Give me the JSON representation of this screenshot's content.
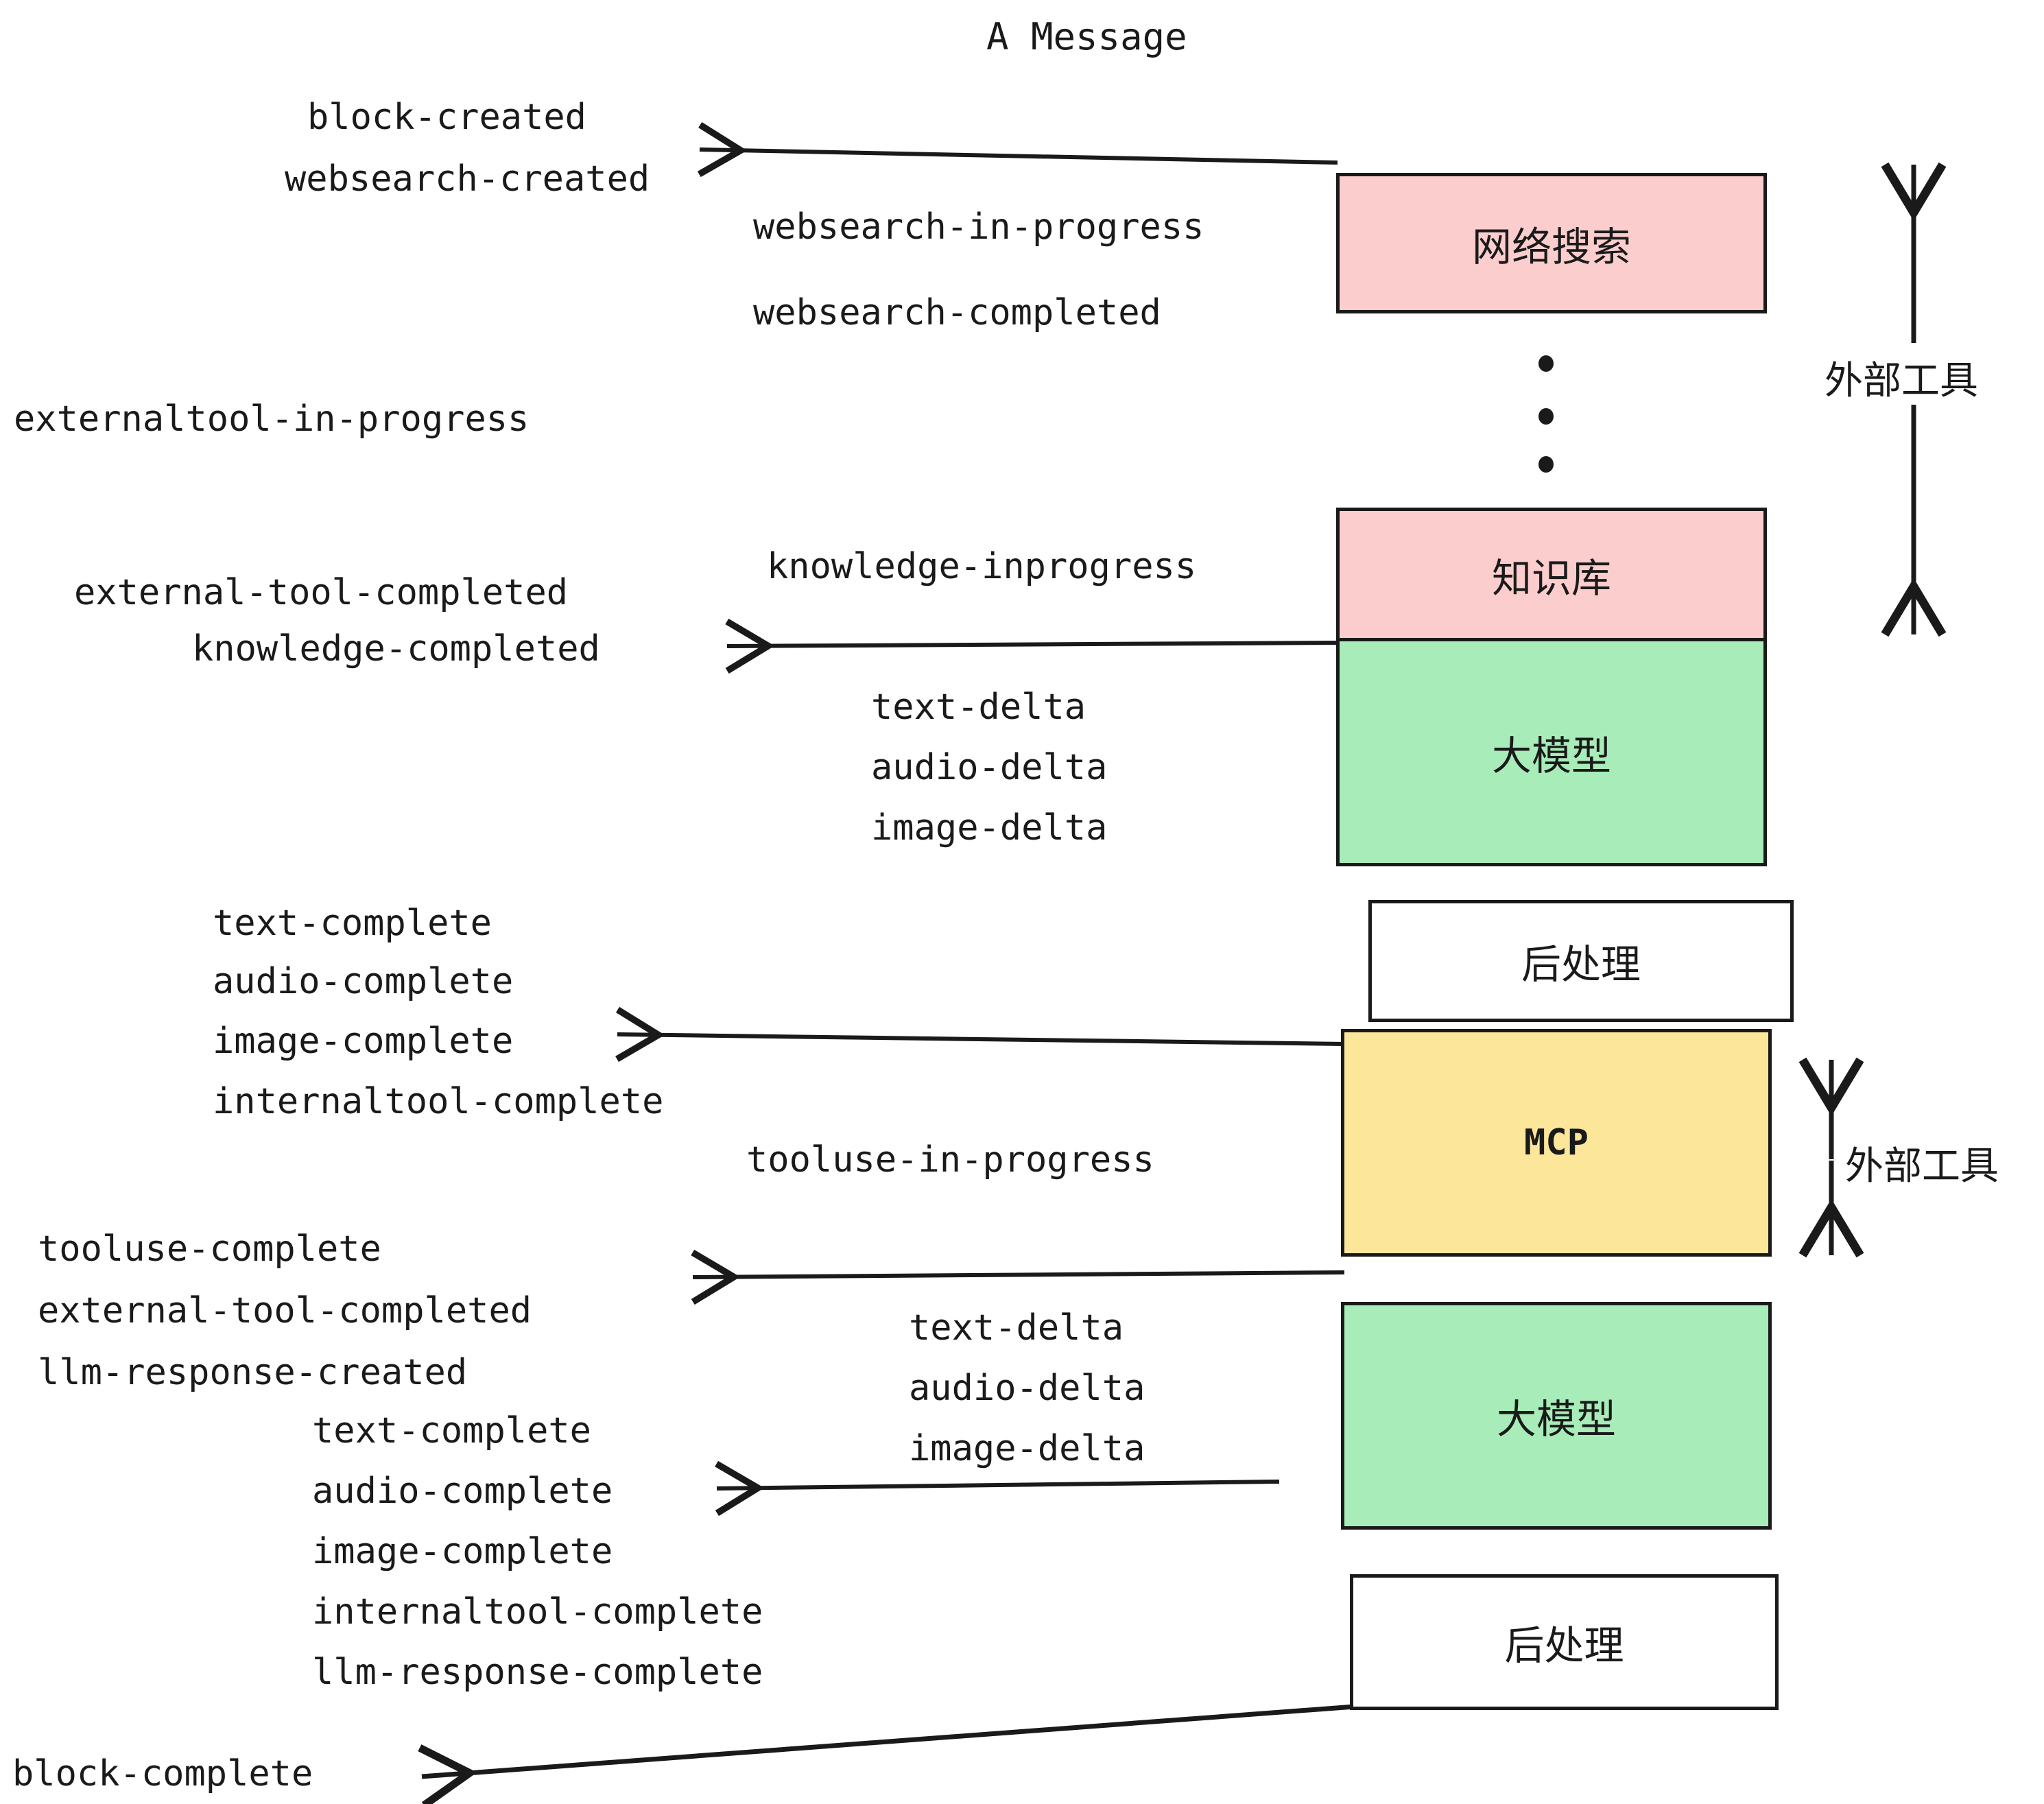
{
  "title": "A Message",
  "boxes": [
    {
      "id": "websearch",
      "label": "网络搜索",
      "color": "#fbcdcd"
    },
    {
      "id": "knowledge",
      "label": "知识库",
      "color": "#fbcdcd"
    },
    {
      "id": "llm-1",
      "label": "大模型",
      "color": "#a8ecb9"
    },
    {
      "id": "postprocess-1",
      "label": "后处理",
      "color": "#ffffff"
    },
    {
      "id": "mcp",
      "label": "MCP",
      "color": "#fbe69a"
    },
    {
      "id": "llm-2",
      "label": "大模型",
      "color": "#a8ecb9"
    },
    {
      "id": "postprocess-2",
      "label": "后处理",
      "color": "#ffffff"
    }
  ],
  "side_annotations": [
    {
      "id": "external-tools-top",
      "label": "外部工具"
    },
    {
      "id": "external-tools-bottom",
      "label": "外部工具"
    }
  ],
  "events": {
    "block_created": "block-created",
    "websearch_created": "websearch-created",
    "websearch_in_progress": "websearch-in-progress",
    "websearch_completed": "websearch-completed",
    "externaltool_in_progress": "externaltool-in-progress",
    "knowledge_inprogress": "knowledge-inprogress",
    "external_tool_completed_1": "external-tool-completed",
    "knowledge_completed": "knowledge-completed",
    "text_delta_1": "text-delta",
    "audio_delta_1": "audio-delta",
    "image_delta_1": "image-delta",
    "text_complete_1": "text-complete",
    "audio_complete_1": "audio-complete",
    "image_complete_1": "image-complete",
    "internaltool_complete_1": "internaltool-complete",
    "tooluse_in_progress": "tooluse-in-progress",
    "tooluse_complete": "tooluse-complete",
    "external_tool_completed_2": "external-tool-completed",
    "llm_response_created": "llm-response-created",
    "text_delta_2": "text-delta",
    "audio_delta_2": "audio-delta",
    "image_delta_2": "image-delta",
    "text_complete_2": "text-complete",
    "audio_complete_2": "audio-complete",
    "image_complete_2": "image-complete",
    "internaltool_complete_2": "internaltool-complete",
    "llm_response_complete": "llm-response-complete",
    "block_complete": "block-complete"
  },
  "colors": {
    "stroke": "#1a1a1a",
    "pink": "#fbcdcd",
    "green": "#a8ecb9",
    "yellow": "#fbe69a",
    "white": "#ffffff",
    "background": "#ffffff"
  }
}
